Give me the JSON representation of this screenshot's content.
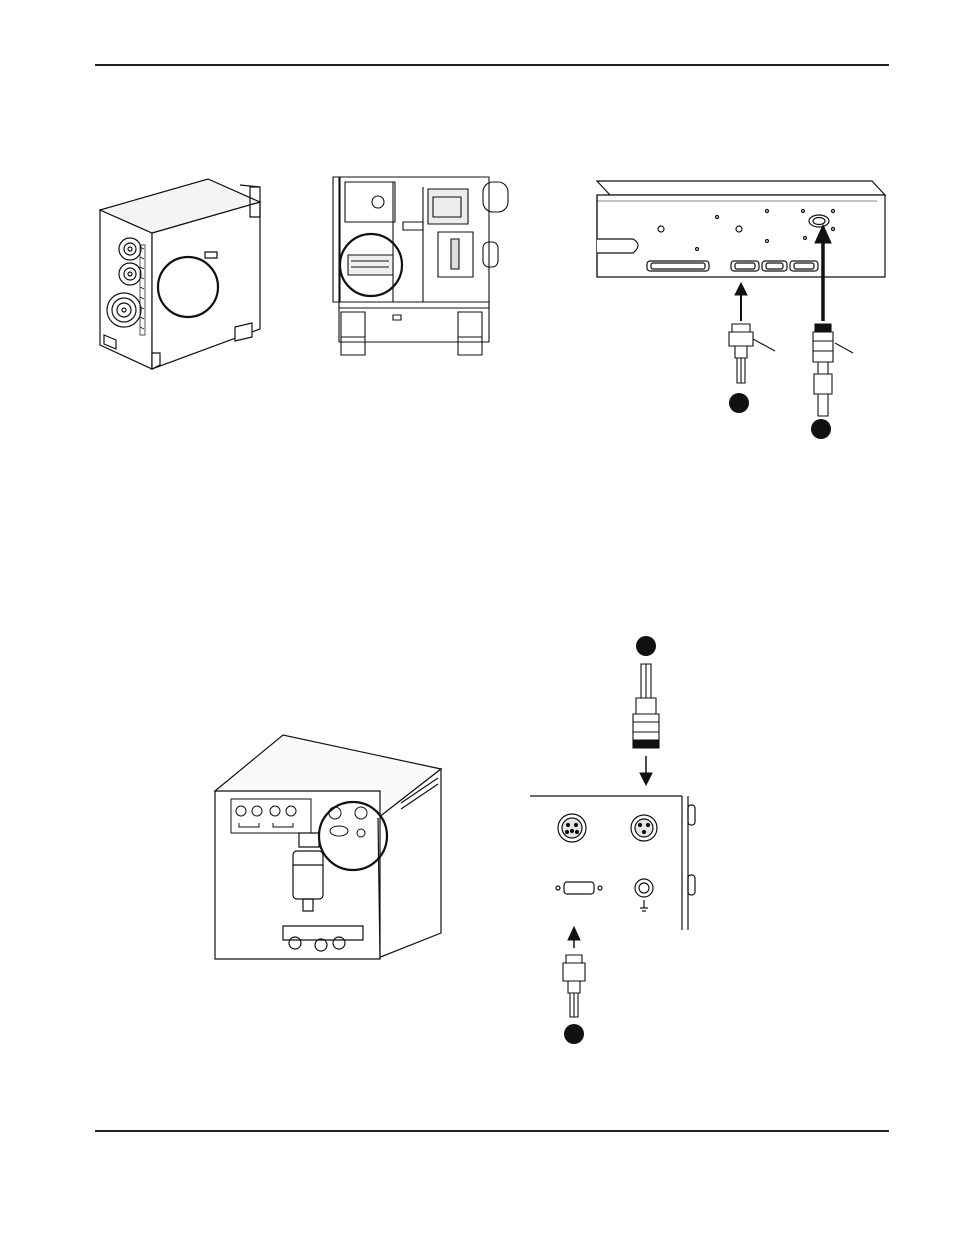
{
  "page": {
    "header_rule": true,
    "footer_rule": true
  },
  "colors": {
    "ink": "#111111",
    "paper": "#ffffff",
    "panel_gray": "#dcdcdc"
  },
  "figures": {
    "power_supply_rear": {
      "icon": "power-supply-cabinet-icon",
      "callout": "circle-highlight"
    },
    "power_supply_open": {
      "icon": "power-supply-interior-icon",
      "callout": "circle-highlight"
    },
    "control_board_panel": {
      "icon": "control-board-connectors-icon",
      "arrows": 2,
      "markers": 2
    },
    "gas_console": {
      "icon": "gas-console-cabinet-icon",
      "callout": "circle-highlight"
    },
    "gas_console_panel": {
      "icon": "gas-console-connector-panel-icon",
      "arrows": 2,
      "markers": 2
    }
  }
}
